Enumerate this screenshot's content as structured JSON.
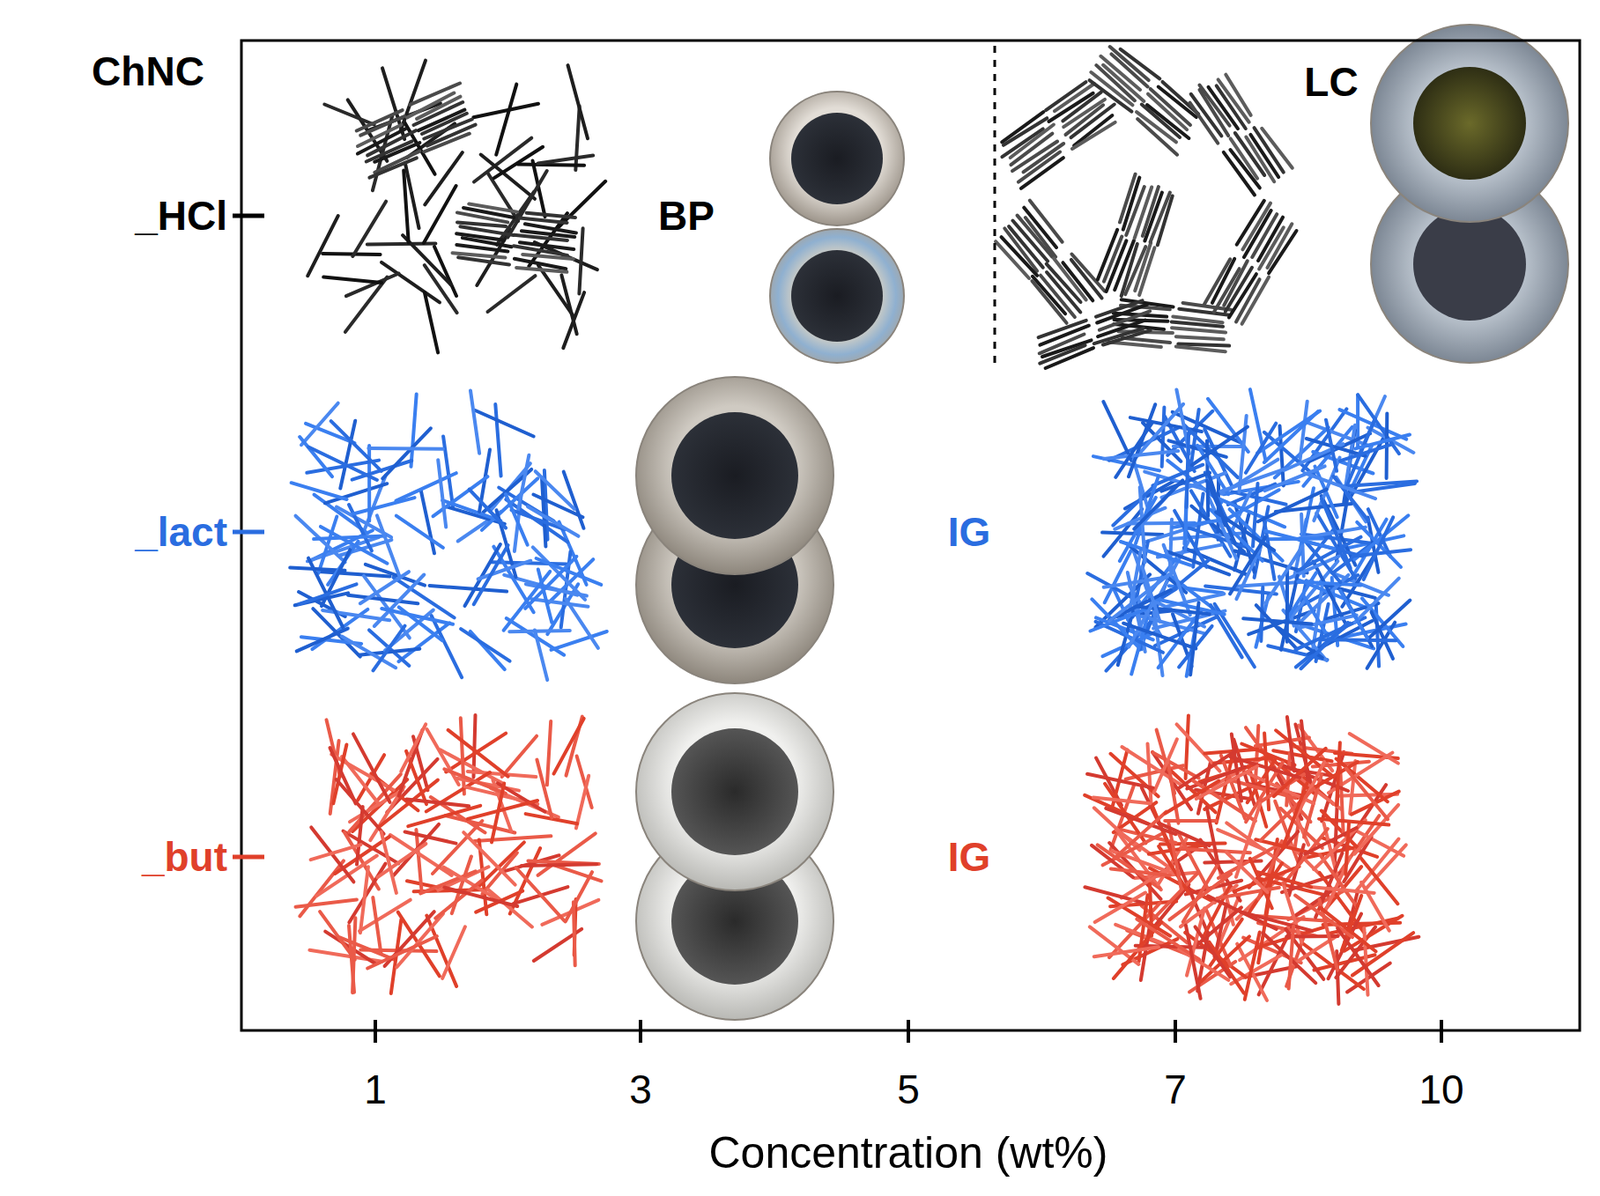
{
  "diagram": {
    "labels": [
      "ChNC",
      "_HCl",
      "BP",
      "LC",
      "_lact",
      "IG",
      "_but",
      "IG",
      "1",
      "3",
      "5",
      "7",
      "10",
      "Concentration (wt%)"
    ]
  }
}
